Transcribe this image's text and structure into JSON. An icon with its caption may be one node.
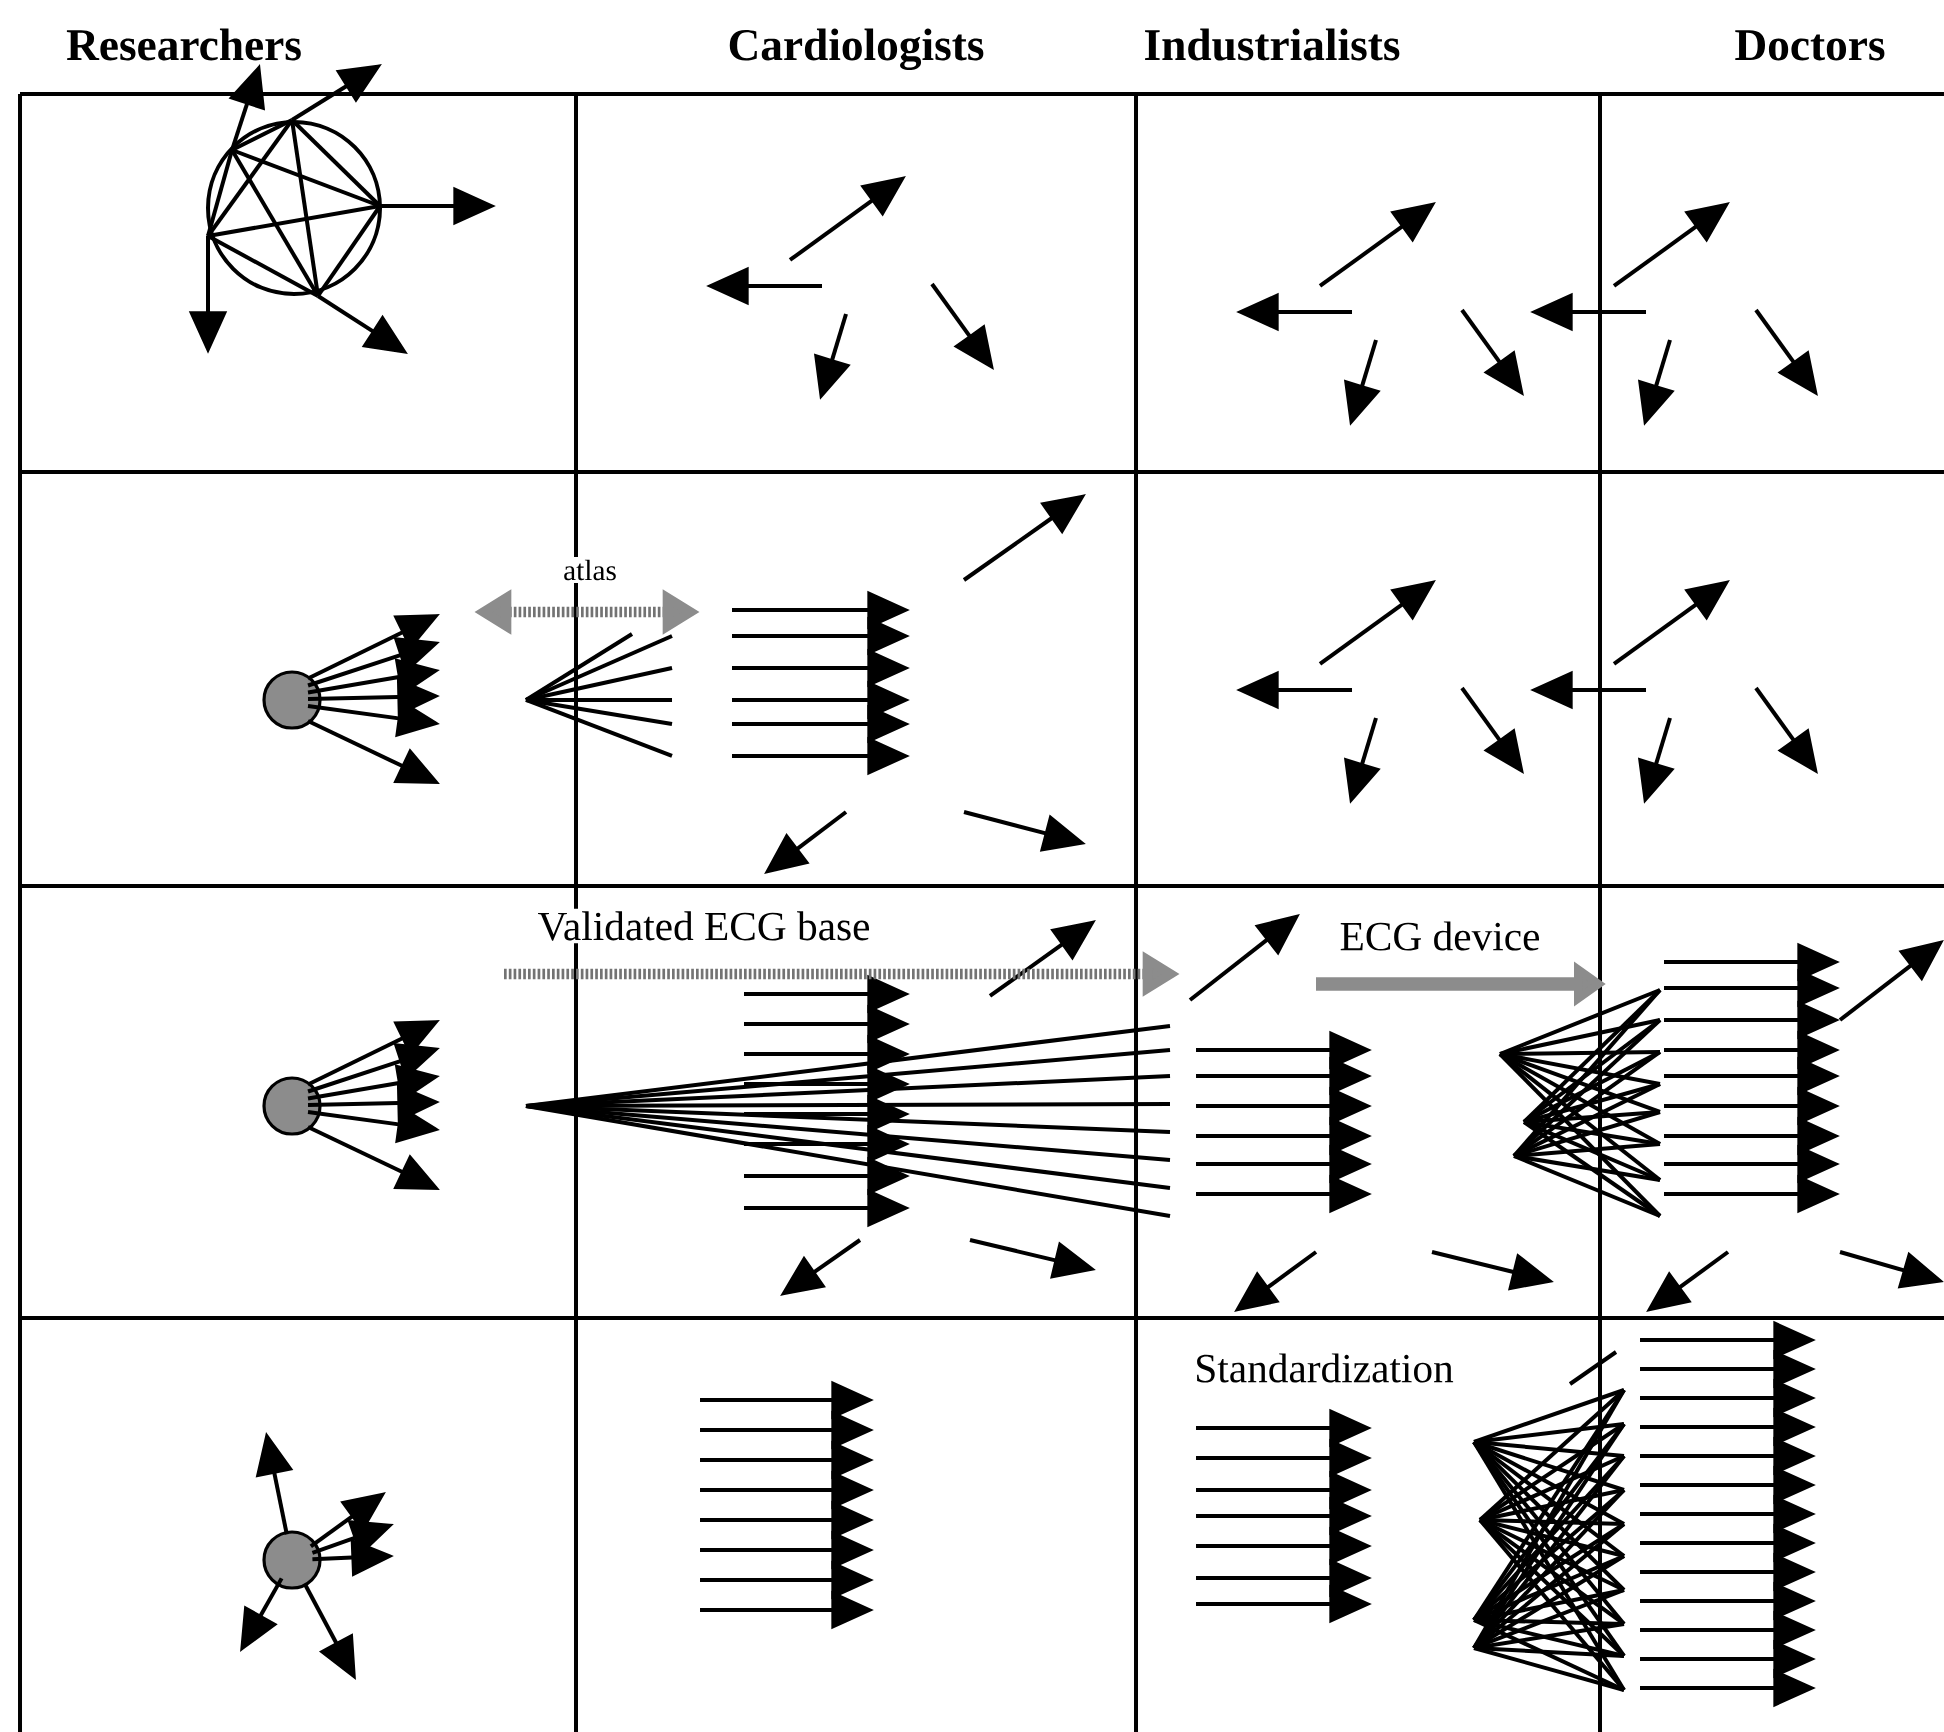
{
  "diagram": {
    "labels": [
      "Researchers",
      "Cardiologists",
      "Industrialists",
      "Doctors",
      "atlas",
      "Validated ECG base",
      "ECG device",
      "Standardization"
    ]
  }
}
